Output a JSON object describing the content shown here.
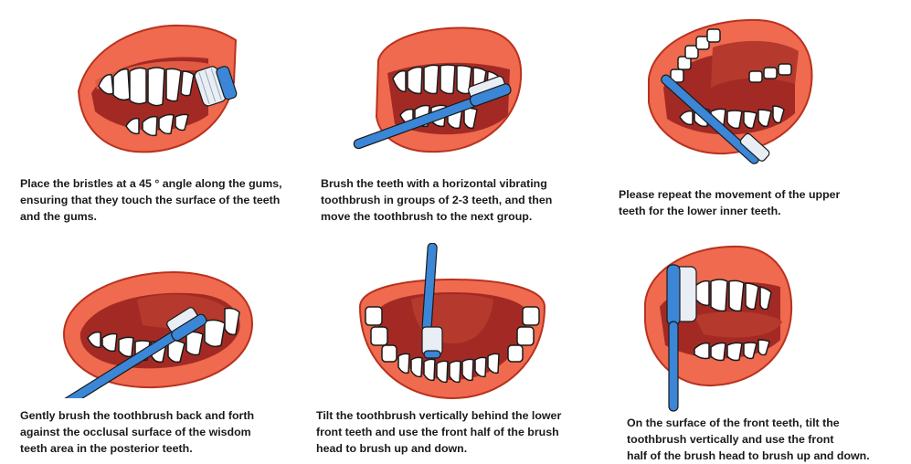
{
  "colors": {
    "lip": "#ef6a4e",
    "lip_outline": "#b8321f",
    "mouth_inside": "#a32a24",
    "tongue": "#b53a2d",
    "gum": "#e15a44",
    "tooth": "#ffffff",
    "outline": "#1a1a1a",
    "brush": "#3b86d6",
    "bristle": "#e9eef5"
  },
  "steps": [
    {
      "icon": "mouth-brush-45-degree-icon",
      "caption": "Place the bristles at a 45 ° angle along the gums,\nensuring that they touch the surface of the teeth\nand the gums."
    },
    {
      "icon": "mouth-brush-horizontal-icon",
      "caption": "Brush the teeth with a horizontal vibrating\ntoothbrush in groups of 2-3 teeth, and then\nmove the toothbrush to the next group."
    },
    {
      "icon": "mouth-brush-upper-inner-icon",
      "caption": "Please repeat the movement of the upper\nteeth for the lower inner teeth."
    },
    {
      "icon": "mouth-brush-occlusal-icon",
      "caption": "Gently brush the toothbrush back and forth\nagainst the occlusal surface of the wisdom\nteeth area in the posterior teeth."
    },
    {
      "icon": "mouth-brush-lower-front-inner-icon",
      "caption": "Tilt the toothbrush vertically behind the lower\nfront teeth and use the front half of the brush\nhead to brush up and down."
    },
    {
      "icon": "mouth-brush-front-outer-icon",
      "caption": "On the surface of the front teeth, tilt the\ntoothbrush vertically and use the front\nhalf of the brush head to brush up and down."
    }
  ]
}
